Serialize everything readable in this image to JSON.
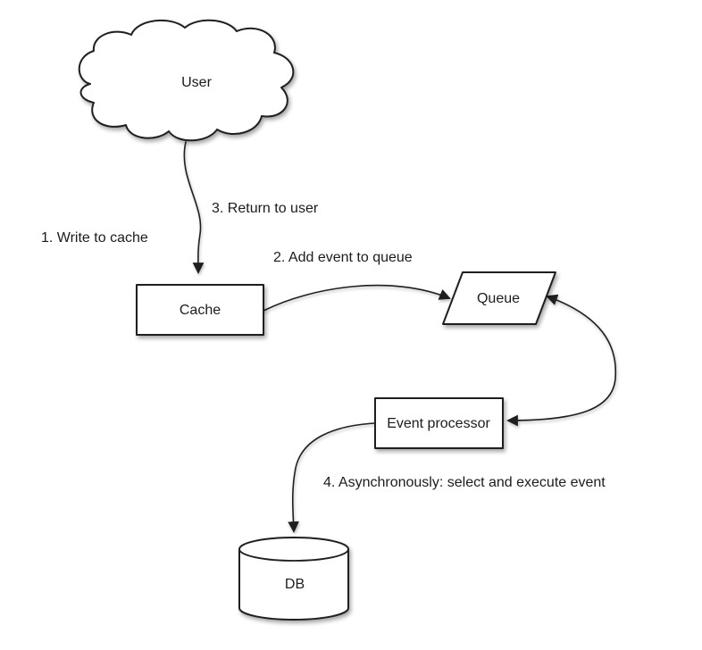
{
  "diagram": {
    "nodes": {
      "user": {
        "label": "User",
        "shape": "cloud"
      },
      "cache": {
        "label": "Cache",
        "shape": "rectangle"
      },
      "queue": {
        "label": "Queue",
        "shape": "parallelogram"
      },
      "event_processor": {
        "label": "Event processor",
        "shape": "rectangle"
      },
      "db": {
        "label": "DB",
        "shape": "cylinder"
      }
    },
    "annotations": {
      "step1": "1. Write to cache",
      "step2": "2. Add event to queue",
      "step3": "3. Return to user",
      "step4": "4. Asynchronously: select and execute event"
    },
    "edges": [
      {
        "from": "user",
        "to": "cache",
        "bidirectional": false,
        "annotation_refs": [
          "step1",
          "step3"
        ]
      },
      {
        "from": "cache",
        "to": "queue",
        "bidirectional": false,
        "annotation_refs": [
          "step2"
        ]
      },
      {
        "from": "queue",
        "to": "event_processor",
        "bidirectional": true,
        "annotation_refs": []
      },
      {
        "from": "event_processor",
        "to": "db",
        "bidirectional": false,
        "annotation_refs": [
          "step4"
        ]
      }
    ],
    "colors": {
      "background": "#ffffff",
      "shape_fill": "#ffffff",
      "stroke": "#1f1f1f",
      "text": "#1c1c1c"
    }
  }
}
